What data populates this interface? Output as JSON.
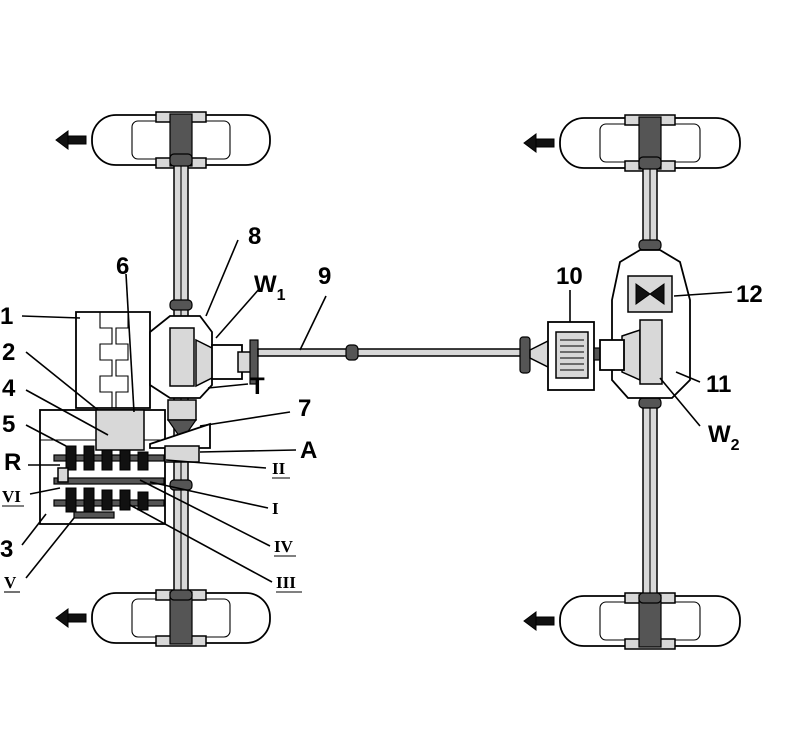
{
  "diagram": {
    "labels": {
      "n1": "1",
      "n2": "2",
      "n3": "3",
      "n4": "4",
      "n5": "5",
      "n6": "6",
      "n7": "7",
      "n8": "8",
      "n9": "9",
      "n10": "10",
      "n11": "11",
      "n12": "12",
      "R": "R",
      "T": "T",
      "A": "A",
      "W1": "W",
      "W1_sub": "1",
      "W2": "W",
      "W2_sub": "2",
      "rI": "I",
      "rII": "II",
      "rIII": "III",
      "rIV": "IV",
      "rV": "V",
      "rVI": "VI"
    },
    "direction_arrows": [
      "left",
      "left",
      "left",
      "left"
    ]
  }
}
